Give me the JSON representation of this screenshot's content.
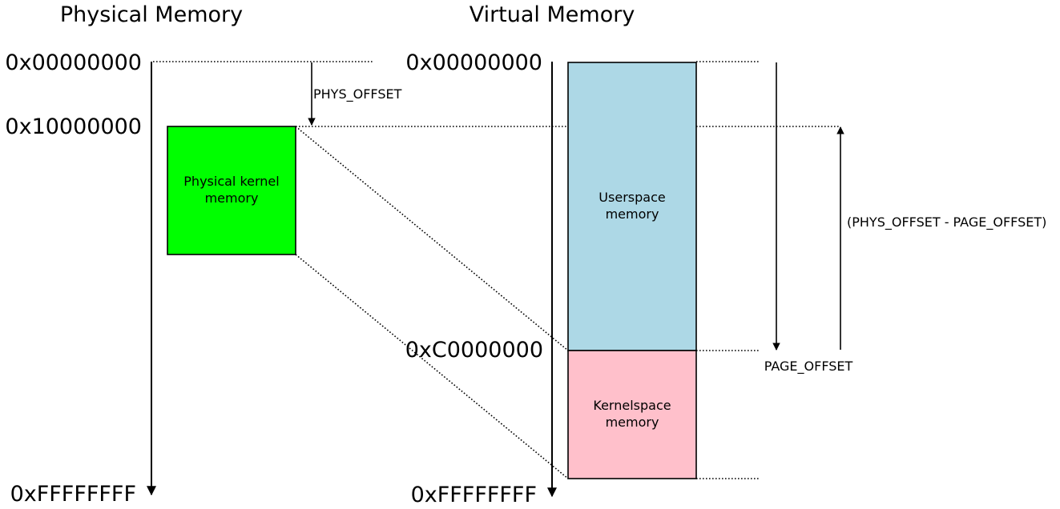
{
  "titles": {
    "physical": "Physical Memory",
    "virtual": "Virtual Memory"
  },
  "physical_addresses": {
    "start": "0x00000000",
    "kernel_start": "0x10000000",
    "end": "0xFFFFFFFF"
  },
  "virtual_addresses": {
    "start": "0x00000000",
    "page_offset": "0xC0000000",
    "end": "0xFFFFFFFF"
  },
  "boxes": {
    "physical_kernel": {
      "line1": "Physical kernel",
      "line2": "memory",
      "color": "#00ff00"
    },
    "userspace": {
      "line1": "Userspace",
      "line2": "memory",
      "color": "#add8e6"
    },
    "kernelspace": {
      "line1": "Kernelspace",
      "line2": "memory",
      "color": "#ffc0cb"
    }
  },
  "labels": {
    "phys_offset": "PHYS_OFFSET",
    "page_offset": "PAGE_OFFSET",
    "difference": "(PHYS_OFFSET - PAGE_OFFSET)"
  }
}
